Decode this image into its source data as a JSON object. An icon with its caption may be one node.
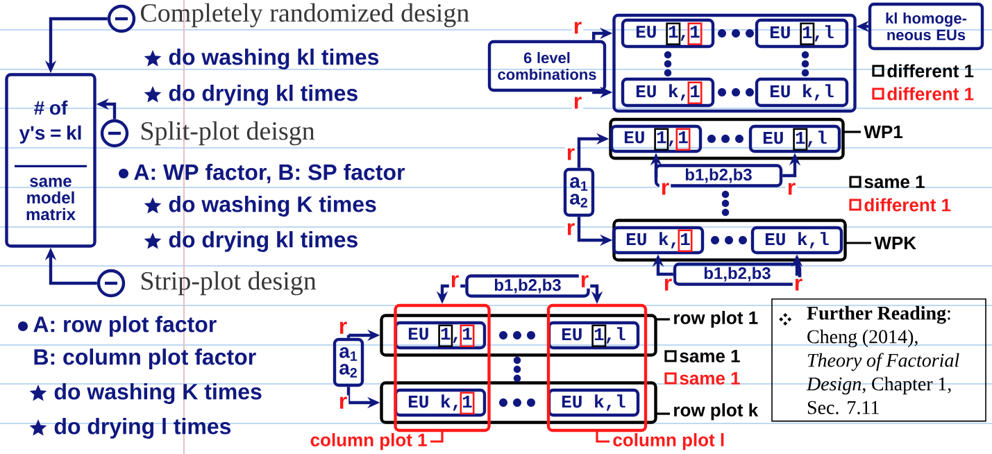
{
  "diagram": {
    "nodes": [
      {
        "text": [
          "# of y's = kl",
          "same model matrix"
        ]
      },
      {
        "text": [],
        "shape": "circle"
      },
      {
        "text": [],
        "shape": "circle"
      },
      {
        "text": [],
        "shape": "circle"
      },
      {
        "text": [
          "6 level combinations"
        ]
      },
      {
        "text": [],
        "shape": "box"
      },
      {
        "text": [
          "EU 1,1"
        ],
        "in": 5
      },
      {
        "text": [
          "EU 1,l"
        ],
        "in": 5
      },
      {
        "text": [
          "EU k,1"
        ],
        "in": 5
      },
      {
        "text": [
          "EU k,l"
        ],
        "in": 5
      },
      {
        "text": [
          "kl homoge-neous EUs"
        ]
      },
      {
        "text": [
          "a$_{1}$ a$_{2}$"
        ]
      },
      {
        "text": [],
        "shape": "box",
        "beside": [
          "WP1"
        ]
      },
      {
        "text": [
          "EU 1,1"
        ],
        "in": 12
      },
      {
        "text": [
          "EU 1,l"
        ],
        "in": 12
      },
      {
        "text": [],
        "shape": "box",
        "beside": [
          "WPK"
        ]
      },
      {
        "text": [
          "EU k,1"
        ],
        "in": 15
      },
      {
        "text": [
          "EU k,l"
        ],
        "in": 15
      },
      {
        "text": [
          "b1,b2,b3"
        ]
      },
      {
        "text": [
          "b1,b2,b3"
        ]
      },
      {
        "text": [
          "a$_{1}$ a$_{2}$"
        ]
      },
      {
        "text": [],
        "shape": "box",
        "beside": [
          "row plot 1"
        ]
      },
      {
        "text": [
          "EU 1,1"
        ]
      },
      {
        "text": [
          "EU 1,l"
        ]
      },
      {
        "text": [],
        "shape": "box",
        "beside": [
          "row plot k"
        ]
      },
      {
        "text": [
          "EU k,1"
        ]
      },
      {
        "text": [
          "EU k,l"
        ]
      },
      {
        "text": [],
        "shape": "box",
        "beside": [
          "column plot 1"
        ]
      },
      {
        "text": [],
        "shape": "box",
        "beside": [
          "column plot l"
        ]
      },
      {
        "text": [
          "b1,b2,b3"
        ]
      },
      {
        "text": [
          "**Further Reading**: Cheng (2014), *Theory of Factorial Design*, Chapter 1, Sec. 7.11"
        ]
      }
    ],
    "edges": [
      {
        "from": 1,
        "to": 0,
        "arrow": "to"
      },
      {
        "from": 2,
        "to": 0,
        "arrow": "to"
      },
      {
        "from": 3,
        "to": 0,
        "arrow": "to"
      },
      {
        "from": 4,
        "to": 5,
        "arrow": "to",
        "label": "r"
      },
      {
        "from": 4,
        "to": 5,
        "arrow": "to",
        "label": "r"
      },
      {
        "from": 10,
        "to": 5,
        "arrow": "to"
      },
      {
        "from": 11,
        "to": 12,
        "arrow": "to",
        "label": "r"
      },
      {
        "from": 11,
        "to": 15,
        "arrow": "to",
        "label": "r"
      },
      {
        "from": 18,
        "to": 13,
        "arrow": "to",
        "label": "r"
      },
      {
        "from": 18,
        "to": 14,
        "arrow": "to",
        "label": "r"
      },
      {
        "from": 19,
        "to": 16,
        "arrow": "to",
        "label": "r"
      },
      {
        "from": 19,
        "to": 17,
        "arrow": "to",
        "label": "r"
      },
      {
        "from": 20,
        "to": 21,
        "arrow": "to",
        "label": "r"
      },
      {
        "from": 20,
        "to": 24,
        "arrow": "to",
        "label": "r"
      },
      {
        "from": 29,
        "to": 27,
        "arrow": "to",
        "label": "r"
      },
      {
        "from": 29,
        "to": 28,
        "arrow": "to",
        "label": "r"
      }
    ],
    "labels": [
      "Completely randomized design",
      "do washing kl times",
      "do drying kl times",
      "Split-plot deisgn",
      "A: WP factor, B: SP factor",
      "do washing K times",
      "do drying kl times",
      "Strip-plot design",
      "A: row plot factor",
      "B: column plot factor",
      "do washing K times",
      "do drying l times"
    ],
    "legend": [
      {
        "text": "different 1",
        "color": "#000000"
      },
      {
        "text": "different 1",
        "color": "#ff1a1a"
      },
      {
        "text": "same 1",
        "color": "#000000"
      },
      {
        "text": "different 1",
        "color": "#ff1a1a"
      },
      {
        "text": "same 1",
        "color": "#000000"
      },
      {
        "text": "same 1",
        "color": "#ff1a1a"
      }
    ]
  }
}
